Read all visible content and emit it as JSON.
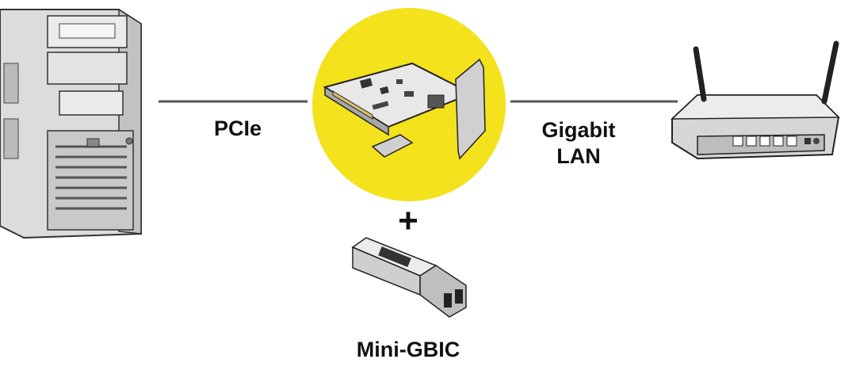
{
  "labels": {
    "pcie": "PCIe",
    "lan_line1": "Gigabit",
    "lan_line2": "LAN",
    "plus": "+",
    "mini_gbic": "Mini-GBIC"
  },
  "colors": {
    "highlight_circle": "#f3e21c",
    "connector_line": "#555555",
    "device_fill": "#d9d9d9",
    "device_stroke": "#333333"
  },
  "icons": [
    "computer-tower-icon",
    "network-card-icon",
    "router-icon",
    "sfp-module-icon"
  ]
}
